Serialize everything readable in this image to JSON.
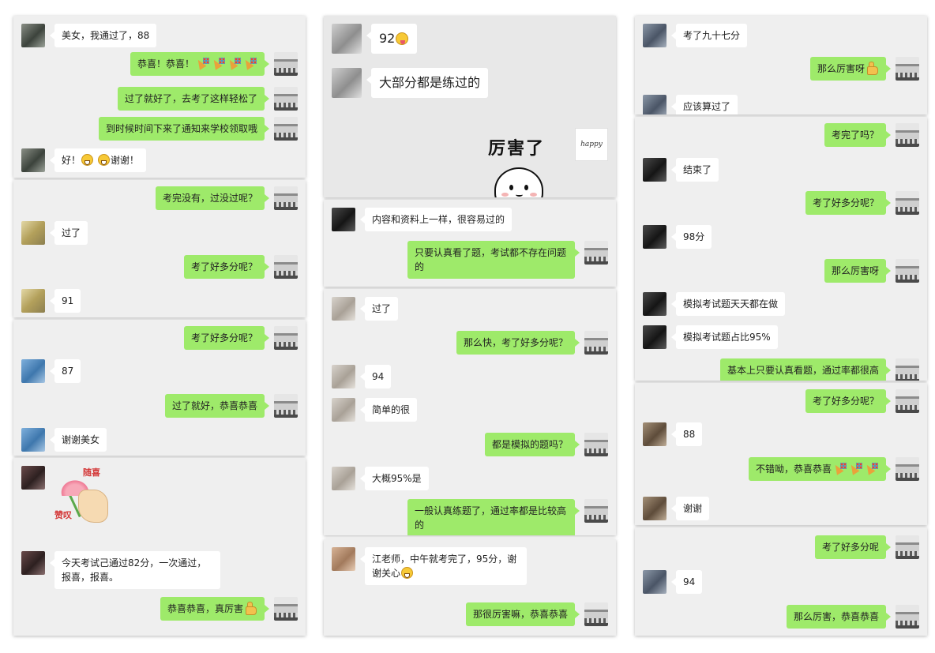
{
  "col1": {
    "p1": {
      "m1": "美女，我通过了，88",
      "m2": "恭喜！恭喜！",
      "m3": "过了就好了，去考了这样轻松了",
      "m4": "到时候时间下来了通知来学校领取哦",
      "m5a": "好！",
      "m5b": "谢谢！"
    },
    "p2": {
      "m1": "考完没有，过没过呢？",
      "m2": "过了",
      "m3": "考了好多分呢？",
      "m4": "91"
    },
    "p3": {
      "m1": "考了好多分呢？",
      "m2": "87",
      "m3": "过了就好，恭喜恭喜",
      "m4": "谢谢美女"
    },
    "p4": {
      "sticker_top": "随喜",
      "sticker_bottom": "赞叹",
      "m1": "今天考试己通过82分，一次通过，报喜，报喜。",
      "m2": "恭喜恭喜，真厉害"
    }
  },
  "col2": {
    "p1": {
      "m1": "92",
      "m2": "大部分都是练过的",
      "sticker_text": "厉害了",
      "avatar_text": "happy"
    },
    "p2": {
      "m1": "内容和资料上一样，很容易过的",
      "m2": "只要认真看了题，考试都不存在问题的"
    },
    "p3": {
      "m1": "过了",
      "m2": "那么快，考了好多分呢？",
      "m3": "94",
      "m4": "简单的很",
      "m5": "都是模拟的题吗？",
      "m6": "大概95%是",
      "m7": "一般认真练题了，通过率都是比较高的"
    },
    "p4": {
      "m1": "江老师，中午就考完了，95分，谢谢关心",
      "m2": "那很厉害嘛，恭喜恭喜"
    }
  },
  "col3": {
    "p1": {
      "m1": "考了九十七分",
      "m2": "那么厉害呀",
      "m3": "应该算过了"
    },
    "p2": {
      "m1": "考完了吗？",
      "m2": "结束了",
      "m3": "考了好多分呢？",
      "m4": "98分",
      "m5": "那么厉害呀",
      "m6": "模拟考试题天天都在做",
      "m7": "模拟考试题占比95%",
      "m8": "基本上只要认真看题，通过率都很高"
    },
    "p3": {
      "m1": "考了好多分呢？",
      "m2": "88",
      "m3": "不错呦，恭喜恭喜",
      "m4": "谢谢"
    },
    "p4": {
      "m1": "考了好多分呢",
      "m2": "94",
      "m3": "那么厉害，恭喜恭喜"
    }
  }
}
